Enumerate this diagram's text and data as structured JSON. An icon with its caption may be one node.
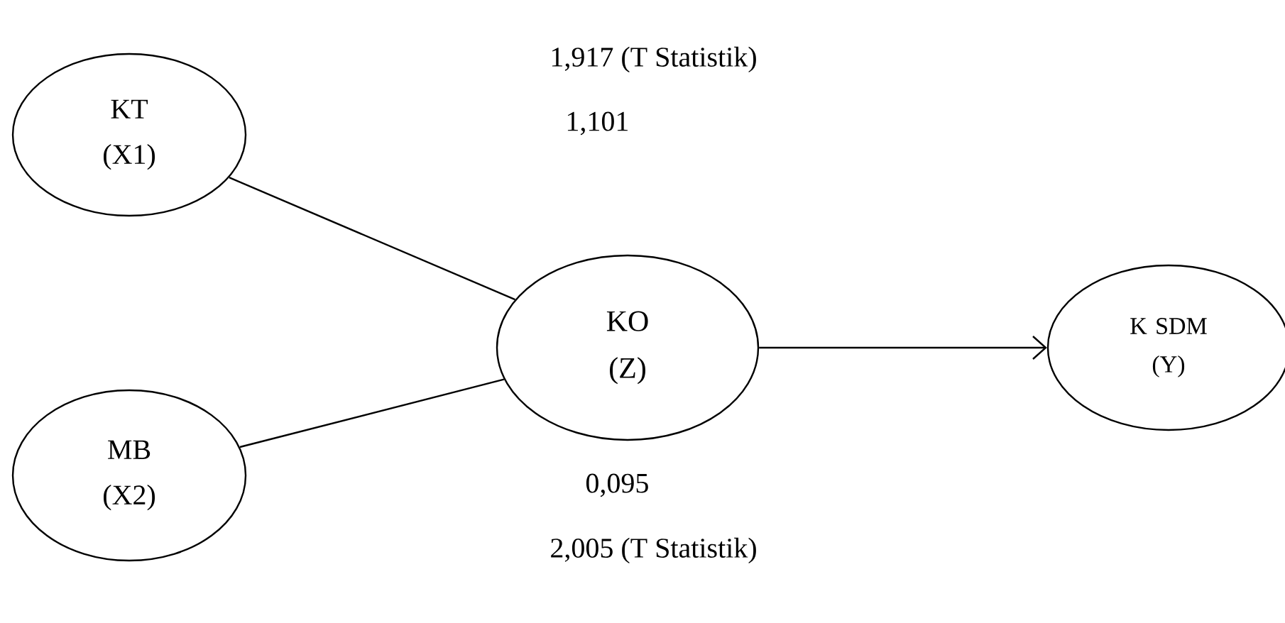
{
  "diagram": {
    "nodes": [
      {
        "text": [
          "KT (X1)"
        ]
      },
      {
        "text": [
          "MB (X2)"
        ]
      },
      {
        "text": [
          "KO (Z)"
        ]
      },
      {
        "text": [
          "K SDM (Y)"
        ]
      }
    ],
    "edges": [
      {
        "from": 0,
        "to": 2,
        "arrow": "none"
      },
      {
        "from": 1,
        "to": 2,
        "arrow": "none"
      },
      {
        "from": 2,
        "to": 3,
        "arrow": "to"
      }
    ],
    "labels": [
      "1,917 (T Statistik)",
      "1,101",
      "0,095",
      "2,005 (T Statistik)"
    ]
  }
}
